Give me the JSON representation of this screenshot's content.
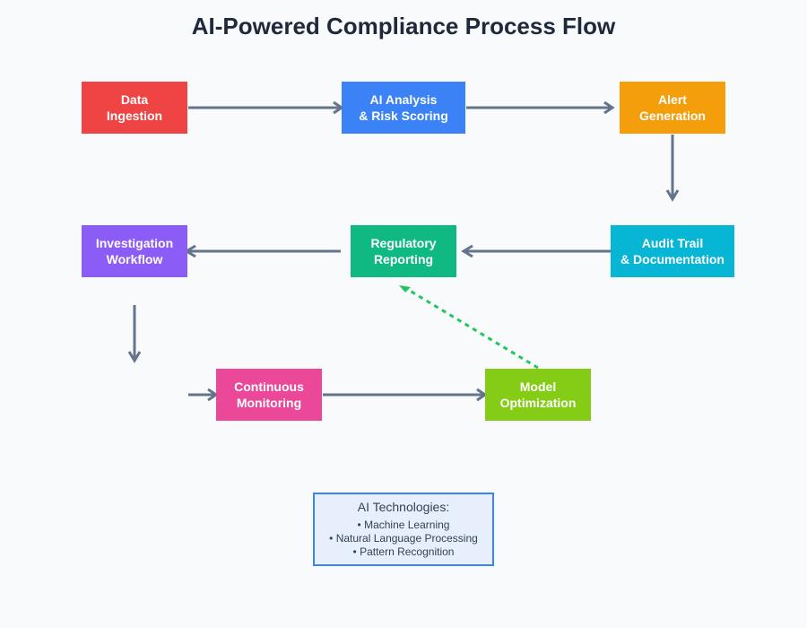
{
  "title": "AI-Powered Compliance Process Flow",
  "colors": {
    "data_ingestion": "#ef4444",
    "ai_analysis": "#3b82f6",
    "alert_generation": "#f59e0b",
    "investigation_workflow": "#8b5cf6",
    "regulatory_reporting": "#10b981",
    "audit_trail": "#06b6d4",
    "continuous_monitoring": "#ec4899",
    "model_optimization": "#84cc16",
    "flow_arrow": "#64748b",
    "feedback_arrow": "#22c55e"
  },
  "nodes": {
    "data_ingestion": {
      "line1": "Data",
      "line2": "Ingestion"
    },
    "ai_analysis": {
      "line1": "AI Analysis",
      "line2": "& Risk Scoring"
    },
    "alert_generation": {
      "line1": "Alert",
      "line2": "Generation"
    },
    "investigation_workflow": {
      "line1": "Investigation",
      "line2": "Workflow"
    },
    "regulatory_reporting": {
      "line1": "Regulatory",
      "line2": "Reporting"
    },
    "audit_trail": {
      "line1": "Audit Trail",
      "line2": "& Documentation"
    },
    "continuous_monitoring": {
      "line1": "Continuous",
      "line2": "Monitoring"
    },
    "model_optimization": {
      "line1": "Model",
      "line2": "Optimization"
    }
  },
  "edges": [
    {
      "from": "data_ingestion",
      "to": "ai_analysis",
      "style": "solid"
    },
    {
      "from": "ai_analysis",
      "to": "alert_generation",
      "style": "solid"
    },
    {
      "from": "alert_generation",
      "to": "audit_trail",
      "style": "solid"
    },
    {
      "from": "audit_trail",
      "to": "regulatory_reporting",
      "style": "solid"
    },
    {
      "from": "regulatory_reporting",
      "to": "investigation_workflow",
      "style": "solid"
    },
    {
      "from": "investigation_workflow",
      "to": "continuous_monitoring",
      "style": "solid"
    },
    {
      "from": "continuous_monitoring",
      "to": "model_optimization",
      "style": "solid"
    },
    {
      "from": "model_optimization",
      "to": "regulatory_reporting",
      "style": "dashed"
    }
  ],
  "legend": {
    "title": "AI Technologies:",
    "items": [
      "• Machine Learning",
      "• Natural Language Processing",
      "• Pattern Recognition"
    ]
  }
}
